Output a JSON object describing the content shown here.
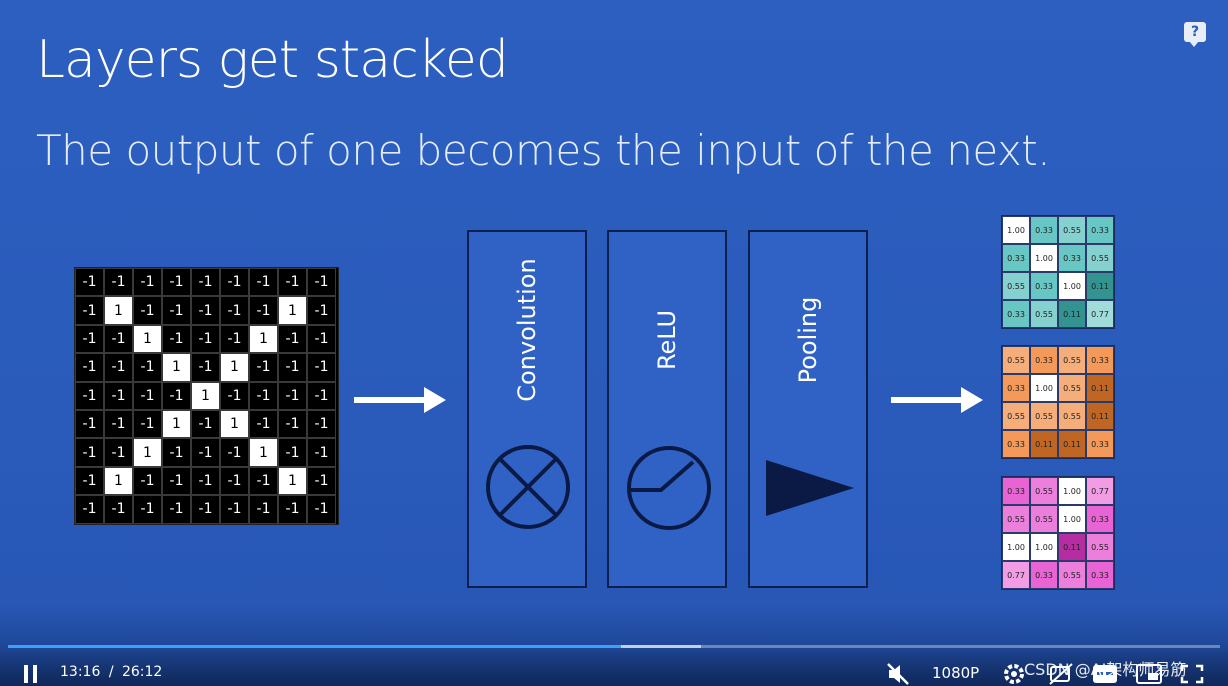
{
  "slide": {
    "title": "Layers get stacked",
    "subtitle": "The output of one becomes the input of the next."
  },
  "input_grid": [
    [
      "-1",
      "-1",
      "-1",
      "-1",
      "-1",
      "-1",
      "-1",
      "-1",
      "-1"
    ],
    [
      "-1",
      "1",
      "-1",
      "-1",
      "-1",
      "-1",
      "-1",
      "1",
      "-1"
    ],
    [
      "-1",
      "-1",
      "1",
      "-1",
      "-1",
      "-1",
      "1",
      "-1",
      "-1"
    ],
    [
      "-1",
      "-1",
      "-1",
      "1",
      "-1",
      "1",
      "-1",
      "-1",
      "-1"
    ],
    [
      "-1",
      "-1",
      "-1",
      "-1",
      "1",
      "-1",
      "-1",
      "-1",
      "-1"
    ],
    [
      "-1",
      "-1",
      "-1",
      "1",
      "-1",
      "1",
      "-1",
      "-1",
      "-1"
    ],
    [
      "-1",
      "-1",
      "1",
      "-1",
      "-1",
      "-1",
      "1",
      "-1",
      "-1"
    ],
    [
      "-1",
      "1",
      "-1",
      "-1",
      "-1",
      "-1",
      "-1",
      "1",
      "-1"
    ],
    [
      "-1",
      "-1",
      "-1",
      "-1",
      "-1",
      "-1",
      "-1",
      "-1",
      "-1"
    ]
  ],
  "layers": [
    {
      "label": "Convolution",
      "icon": "circled-x-icon"
    },
    {
      "label": "ReLU",
      "icon": "relu-curve-icon"
    },
    {
      "label": "Pooling",
      "icon": "triangle-icon"
    }
  ],
  "output_maps": [
    {
      "base_color": "#3fb8b4",
      "cells": [
        [
          "1.00",
          "0.33",
          "0.55",
          "0.33"
        ],
        [
          "0.33",
          "1.00",
          "0.33",
          "0.55"
        ],
        [
          "0.55",
          "0.33",
          "1.00",
          "0.11"
        ],
        [
          "0.33",
          "0.55",
          "0.11",
          "0.77"
        ]
      ]
    },
    {
      "base_color": "#f07f2e",
      "cells": [
        [
          "0.55",
          "0.33",
          "0.55",
          "0.33"
        ],
        [
          "0.33",
          "1.00",
          "0.55",
          "0.11"
        ],
        [
          "0.55",
          "0.55",
          "0.55",
          "0.11"
        ],
        [
          "0.33",
          "0.11",
          "0.11",
          "0.33"
        ]
      ]
    },
    {
      "base_color": "#e238c8",
      "cells": [
        [
          "0.33",
          "0.55",
          "1.00",
          "0.77"
        ],
        [
          "0.55",
          "0.55",
          "1.00",
          "0.33"
        ],
        [
          "1.00",
          "1.00",
          "0.11",
          "0.55"
        ],
        [
          "0.77",
          "0.33",
          "0.55",
          "0.33"
        ]
      ]
    }
  ],
  "player": {
    "current_time": "13:16",
    "separator": "/",
    "duration": "26:12",
    "progress": 0.506,
    "quality": "1080P",
    "watermark": "CSDN @AI架构师易筋"
  }
}
